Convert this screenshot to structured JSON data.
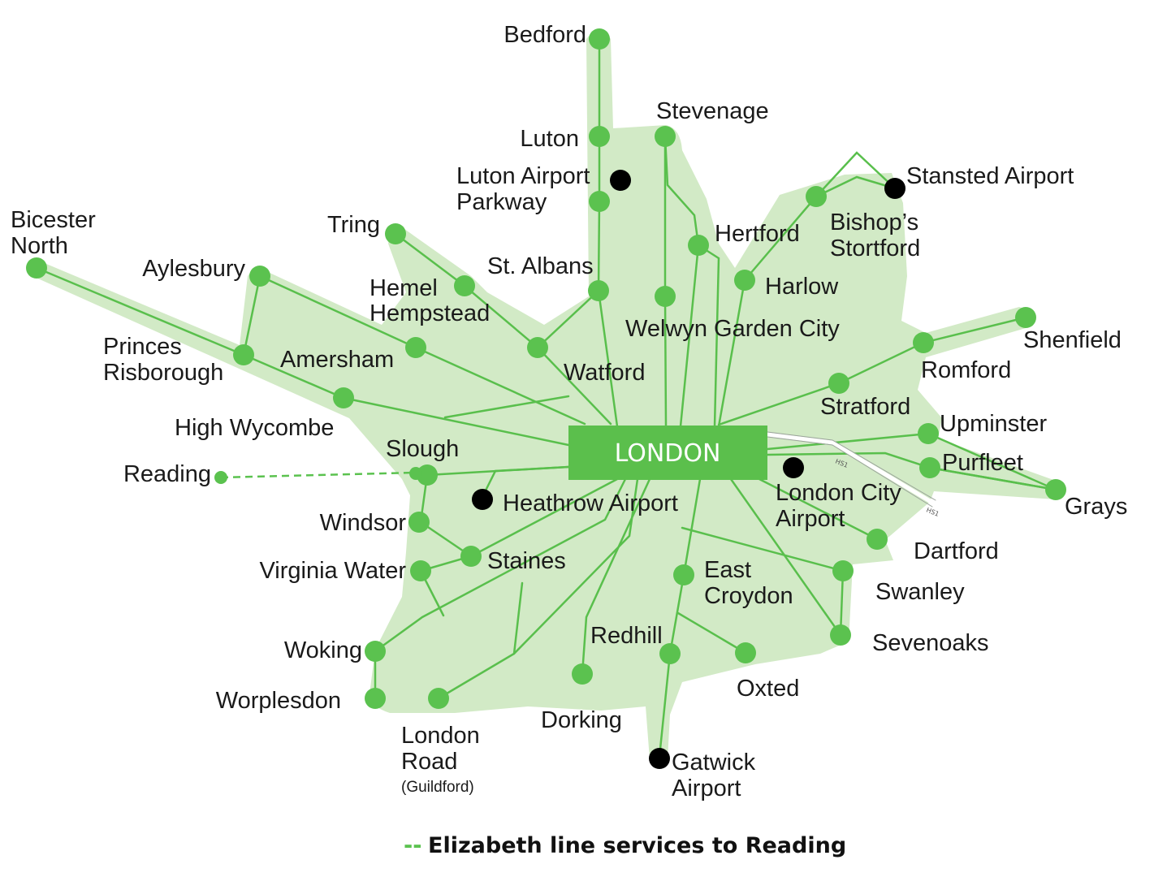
{
  "colors": {
    "region_fill": "#d2eac6",
    "line": "#59bf4c",
    "station": "#5bc24f",
    "airport": "#000000",
    "hub": "#5bbf4c",
    "text": "#1a1a1a"
  },
  "hub": {
    "label": "LONDON"
  },
  "stations": {
    "bedford": "Bedford",
    "stevenage": "Stevenage",
    "luton": "Luton",
    "luton_airport_parkway_1": "Luton Airport",
    "luton_airport_parkway_2": "Parkway",
    "stansted_airport": "Stansted Airport",
    "bicester_north_1": "Bicester",
    "bicester_north_2": "North",
    "tring": "Tring",
    "bishops_stortford_1": "Bishop’s",
    "bishops_stortford_2": "Stortford",
    "hertford": "Hertford",
    "aylesbury": "Aylesbury",
    "st_albans": "St. Albans",
    "hemel_hempstead_1": "Hemel",
    "hemel_hempstead_2": "Hempstead",
    "harlow": "Harlow",
    "welwyn_garden_city": "Welwyn Garden City",
    "shenfield": "Shenfield",
    "princes_risborough_1": "Princes",
    "princes_risborough_2": "Risborough",
    "amersham": "Amersham",
    "watford": "Watford",
    "romford": "Romford",
    "stratford": "Stratford",
    "high_wycombe": "High Wycombe",
    "upminster": "Upminster",
    "slough": "Slough",
    "purfleet": "Purfleet",
    "reading": "Reading",
    "london_city_airport_1": "London City",
    "london_city_airport_2": "Airport",
    "grays": "Grays",
    "heathrow_airport": "Heathrow Airport",
    "windsor": "Windsor",
    "dartford": "Dartford",
    "staines": "Staines",
    "east_croydon_1": "East",
    "east_croydon_2": "Croydon",
    "virginia_water": "Virginia Water",
    "swanley": "Swanley",
    "redhill": "Redhill",
    "sevenoaks": "Sevenoaks",
    "woking": "Woking",
    "oxted": "Oxted",
    "worplesdon": "Worplesdon",
    "dorking": "Dorking",
    "london_road_1": "London",
    "london_road_2": "Road",
    "london_road_3": "(Guildford)",
    "gatwick_airport_1": "Gatwick",
    "gatwick_airport_2": "Airport"
  },
  "track_labels": {
    "hs1_a": "HS1",
    "hs1_b": "HS1"
  },
  "legend": {
    "marker": "--",
    "text": "Elizabeth line services to Reading"
  }
}
